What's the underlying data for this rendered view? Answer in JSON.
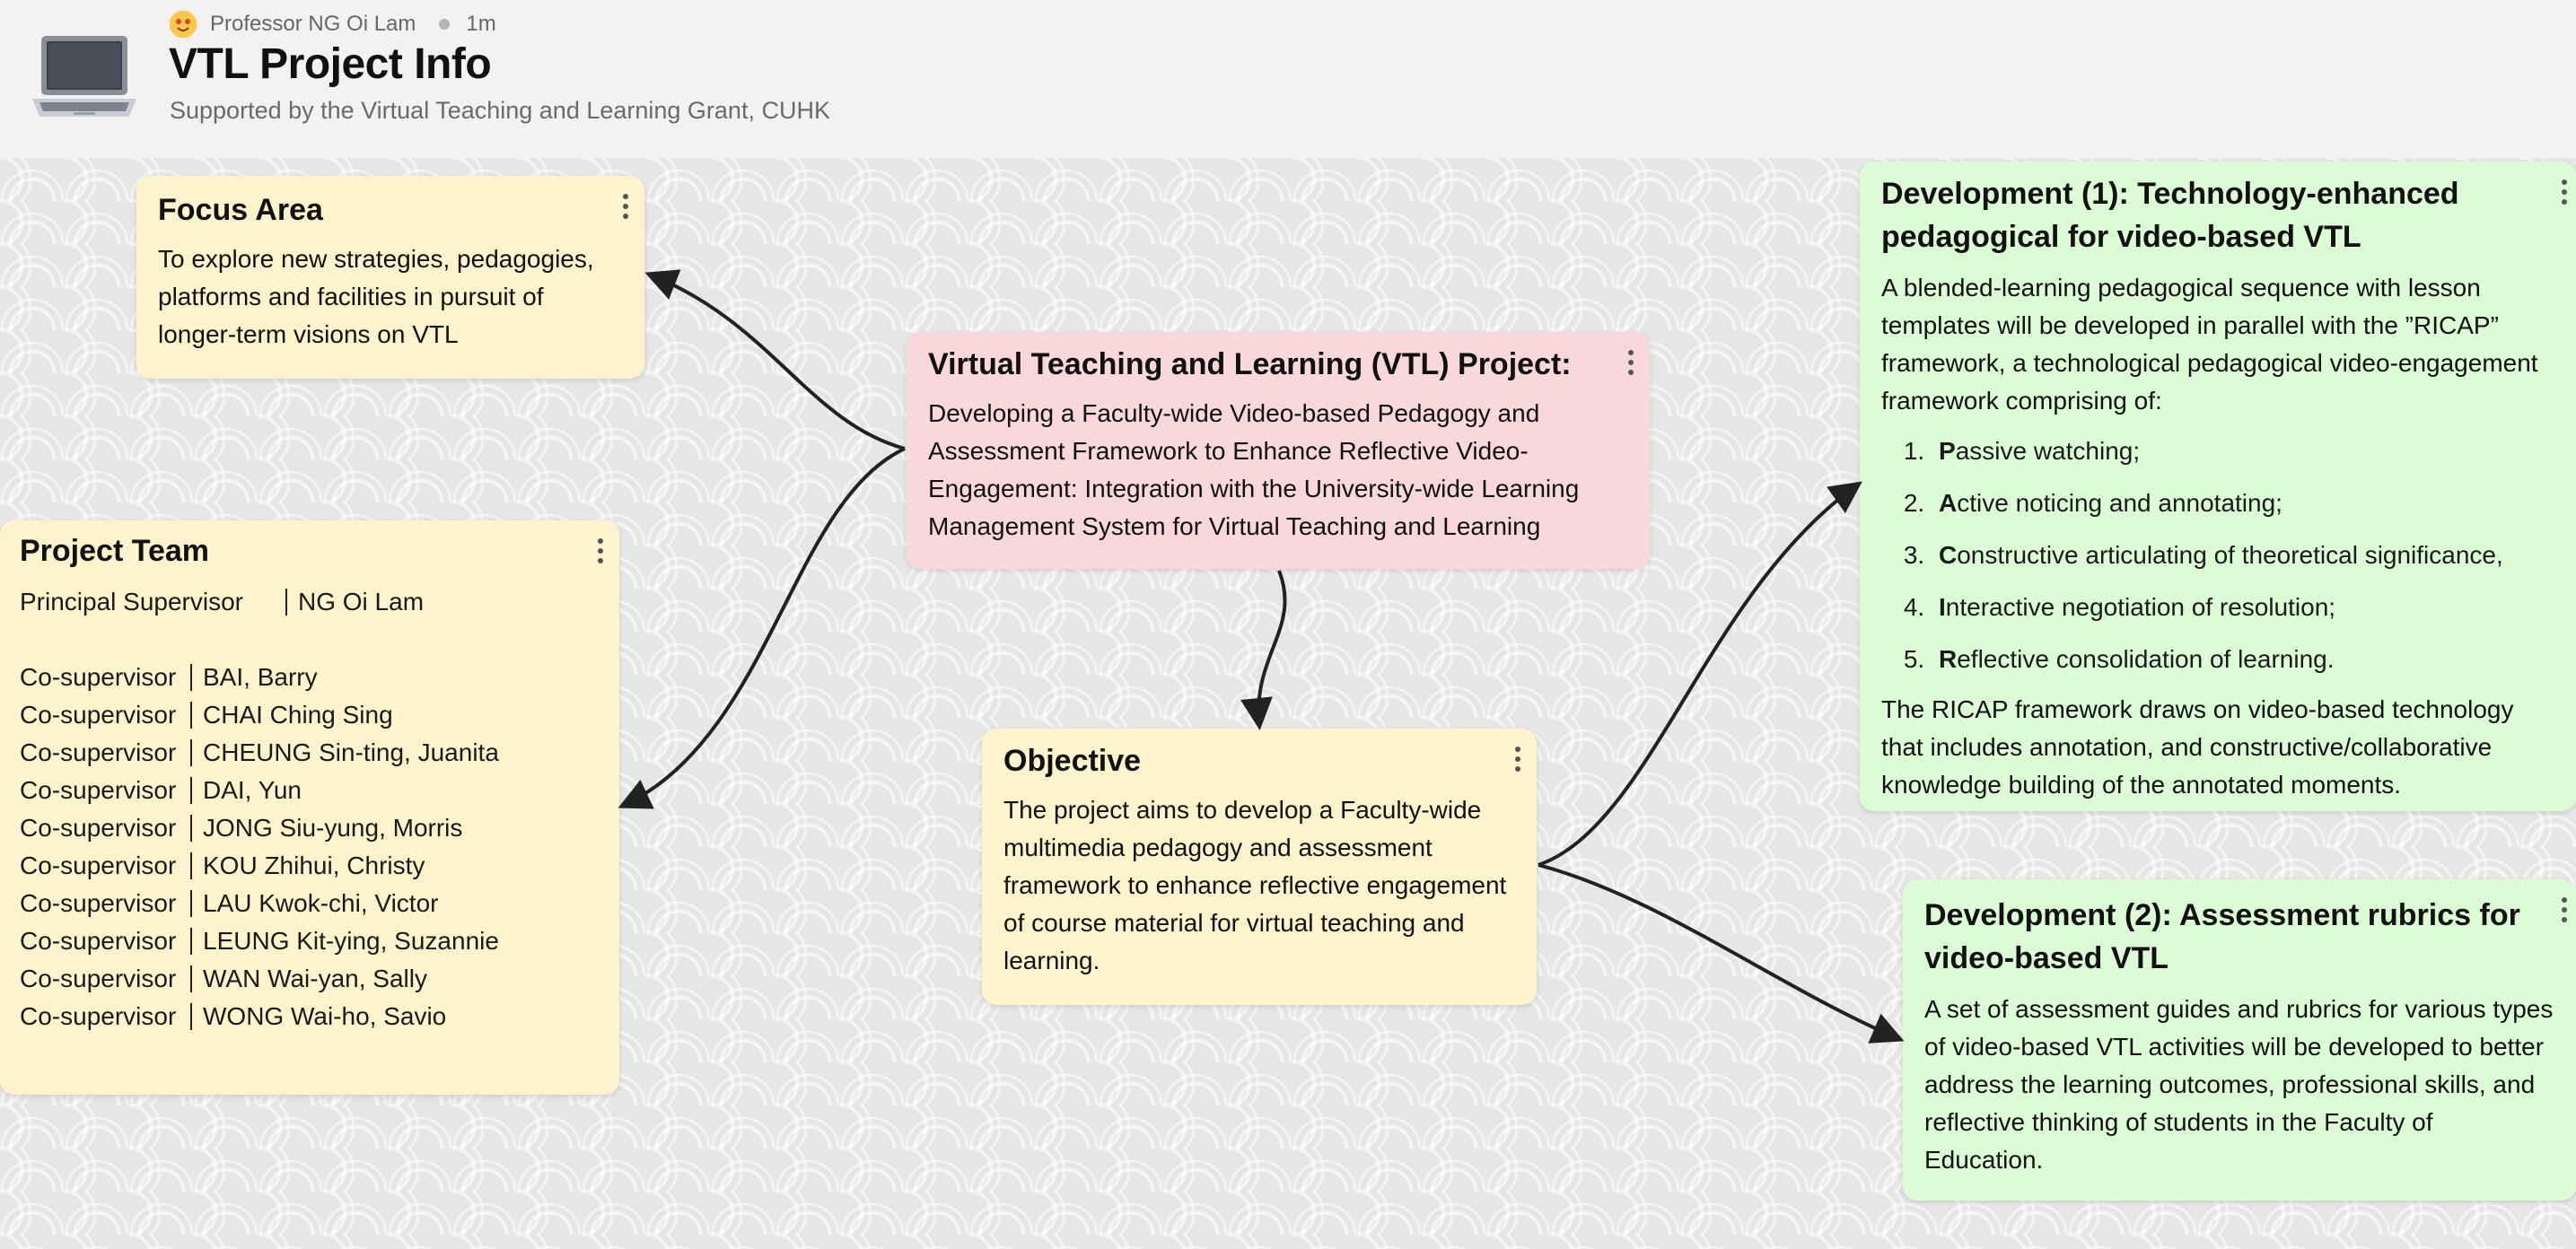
{
  "header": {
    "author": "Professor NG Oi Lam",
    "time_ago": "1m",
    "title": "VTL Project Info",
    "subtitle": "Supported by the Virtual Teaching and Learning Grant, CUHK"
  },
  "cards": {
    "focus": {
      "title": "Focus Area",
      "body": "To explore new strategies, pedagogies, platforms and facilities in pursuit of longer-term visions on VTL"
    },
    "project": {
      "title": "Virtual Teaching and Learning (VTL) Project:",
      "body": "Developing a Faculty-wide Video-based Pedagogy and Assessment Framework to Enhance Reflective Video-Engagement: Integration with the University-wide Learning Management System for Virtual Teaching and Learning"
    },
    "team": {
      "title": "Project Team",
      "principal_role": "Principal Supervisor",
      "principal_name": "NG Oi Lam",
      "co_role": "Co-supervisor",
      "members": [
        "BAI, Barry",
        "CHAI Ching Sing",
        "CHEUNG Sin-ting, Juanita",
        "DAI, Yun",
        "JONG Siu-yung, Morris",
        "KOU Zhihui, Christy",
        "LAU Kwok-chi, Victor",
        "LEUNG Kit-ying, Suzannie",
        "WAN Wai-yan, Sally",
        "WONG Wai-ho, Savio"
      ]
    },
    "objective": {
      "title": "Objective",
      "body": "The project aims to develop a Faculty-wide multimedia pedagogy and assessment framework to enhance reflective engagement of course material for virtual teaching and learning."
    },
    "dev1": {
      "title": "Development (1): Technology-enhanced pedagogical for video-based VTL",
      "intro": "A blended-learning pedagogical sequence with lesson templates will be developed in parallel with the ”RICAP” framework, a technological pedagogical video-engagement framework comprising of:",
      "items": [
        {
          "letter": "P",
          "rest": "assive watching;"
        },
        {
          "letter": "A",
          "rest": "ctive noticing and annotating;"
        },
        {
          "letter": "C",
          "rest": "onstructive articulating of theoretical significance,"
        },
        {
          "letter": "I",
          "rest": "nteractive negotiation of resolution;"
        },
        {
          "letter": "R",
          "rest": "eflective consolidation of learning."
        }
      ],
      "outro": "The RICAP framework draws on video-based technology that includes annotation, and constructive/collaborative knowledge building of the annotated moments."
    },
    "dev2": {
      "title": "Development (2): Assessment rubrics for video-based VTL",
      "body": "A set of assessment guides and rubrics for various types of video-based VTL activities will be developed to better address the learning outcomes, professional skills, and reflective thinking of students in the Faculty of Education."
    }
  },
  "colors": {
    "yellow_card": "#fdf3cc",
    "pink_card": "#f9d8dc",
    "green_card": "#dcfcd6",
    "arrow": "#222222"
  }
}
